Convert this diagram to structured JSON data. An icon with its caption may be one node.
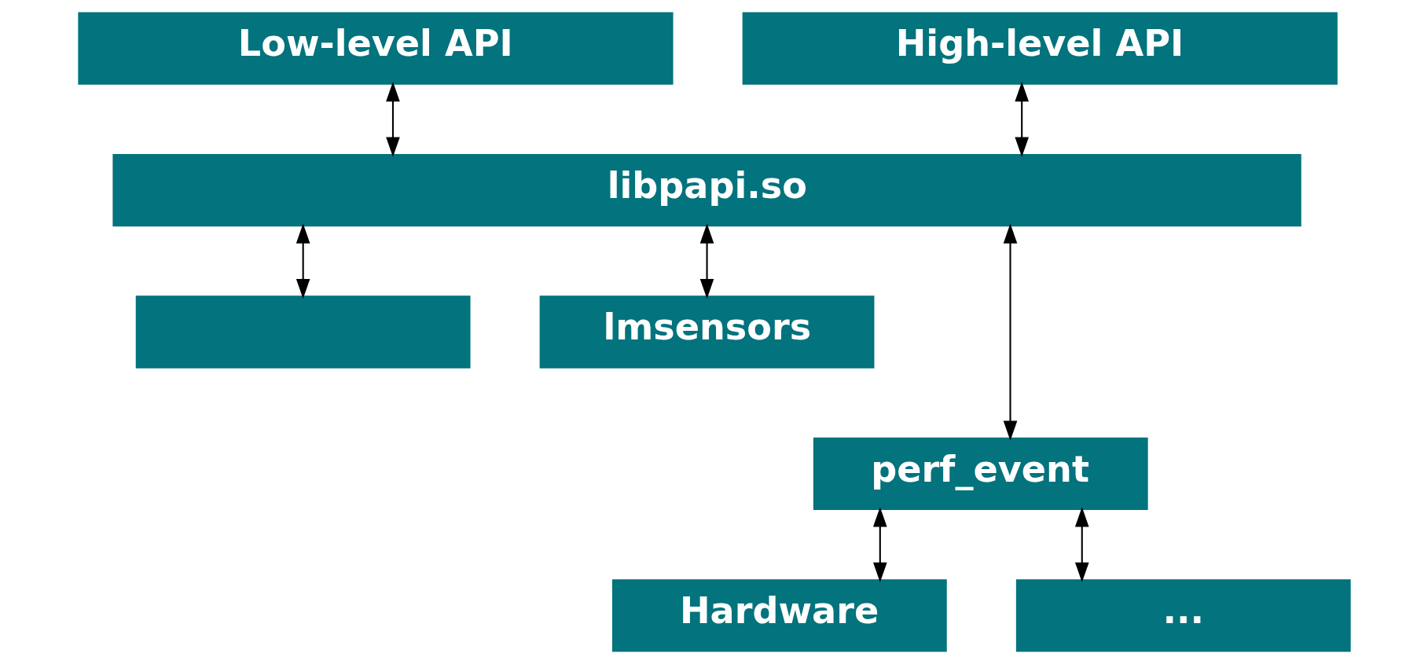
{
  "diagram": {
    "nodes": [
      {
        "text": [
          "Low-level API"
        ]
      },
      {
        "text": [
          "High-level API"
        ]
      },
      {
        "text": [
          "libpapi.so"
        ]
      },
      {
        "text": [],
        "shape": "box"
      },
      {
        "text": [
          "lmsensors"
        ]
      },
      {
        "text": [
          "perf_event"
        ]
      },
      {
        "text": [
          "Hardware"
        ]
      },
      {
        "text": [
          "..."
        ]
      }
    ],
    "edges": [
      {
        "from": 0,
        "to": 2,
        "arrow": "both"
      },
      {
        "from": 1,
        "to": 2,
        "arrow": "both"
      },
      {
        "from": 2,
        "to": 3,
        "arrow": "both"
      },
      {
        "from": 2,
        "to": 5,
        "arrow": "both"
      },
      {
        "from": 2,
        "to": 4,
        "arrow": "both"
      },
      {
        "from": 5,
        "to": 6,
        "arrow": "both"
      },
      {
        "from": 5,
        "to": 7,
        "arrow": "both"
      }
    ]
  }
}
